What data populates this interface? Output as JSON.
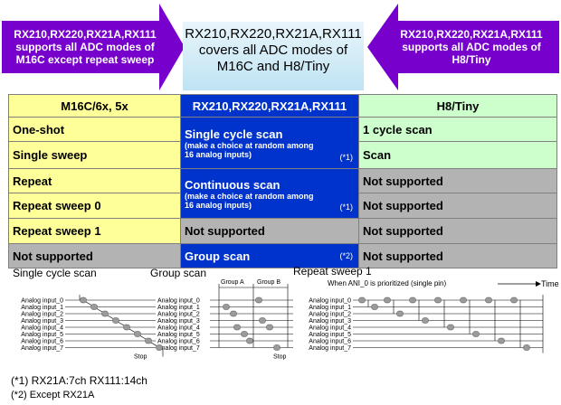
{
  "arrows": {
    "left": "RX210,RX220,RX21A,RX111 supports all ADC modes of M16C except repeat sweep",
    "right": "RX210,RX220,RX21A,RX111 supports all ADC modes of H8/Tiny"
  },
  "center_box": "RX210,RX220,RX21A,RX111 covers all ADC modes of M16C and H8/Tiny",
  "table": {
    "headers": [
      "M16C/6x, 5x",
      "RX210,RX220,RX21A,RX111",
      "H8/Tiny"
    ],
    "m16c": [
      "One-shot",
      "Single sweep",
      "Repeat",
      "Repeat sweep 0",
      "Repeat sweep 1",
      "Not supported"
    ],
    "h8": [
      "1 cycle scan",
      "Scan",
      "Not supported",
      "Not supported",
      "Not supported",
      "Not supported"
    ],
    "rx": {
      "single_cycle": "Single cycle scan",
      "single_cycle_sub": "(make a choice at random among 16 analog inputs)",
      "continuous": "Continuous scan",
      "continuous_sub": "(make a choice at random among 16 analog inputs)",
      "not_supported": "Not supported",
      "group": "Group scan",
      "note1": "(*1)",
      "note2": "(*2)"
    }
  },
  "diagrams": {
    "single_title": "Single cycle scan",
    "group_title": "Group scan",
    "repeat_title": "Repeat sweep 1",
    "repeat_note": "When ANI_0 is prioritized (single pin)",
    "time_label": "Time",
    "group_a": "Group A",
    "group_b": "Group B",
    "stop": "Stop",
    "inputs": [
      "Analog input_0",
      "Analog input_1",
      "Analog input_2",
      "Analog input_3",
      "Analog input_4",
      "Analog input_5",
      "Analog input_6",
      "Analog input_7"
    ]
  },
  "footnotes": [
    "(*1) RX21A:7ch  RX111:14ch",
    "(*2) Except RX21A"
  ],
  "colors": {
    "arrow": "#7700cc",
    "m16c": "#ffff99",
    "rx": "#0033cc",
    "h8": "#ccffcc",
    "unsupported": "#b3b3b3"
  }
}
